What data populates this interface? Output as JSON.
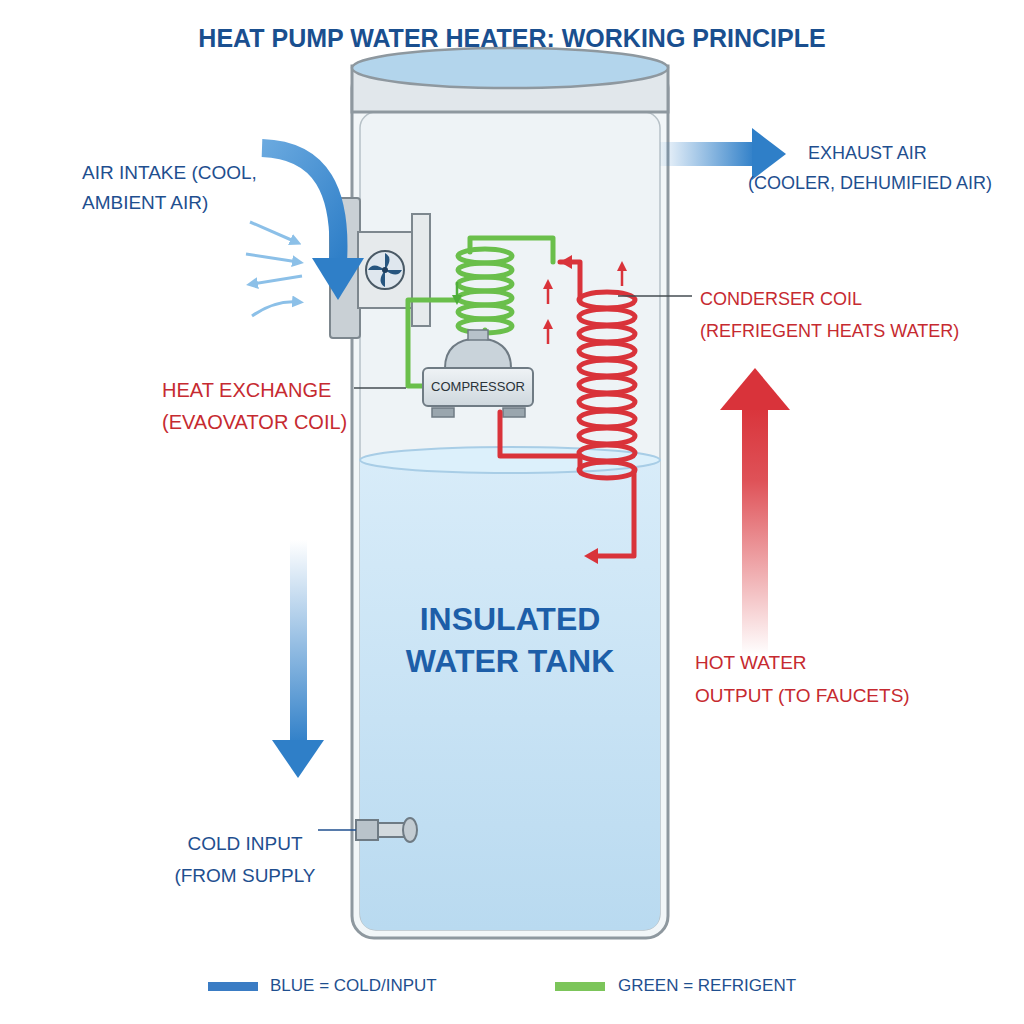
{
  "diagram": {
    "title": "HEAT PUMP WATER HEATER: WORKING PRINCIPLE",
    "nodes": [
      {
        "text": [
          "INSULATED WATER TANK"
        ]
      },
      {
        "text": [
          "COMPRESSOR"
        ],
        "in": 0
      }
    ],
    "labels": [
      "AIR INTAKE (COOL, AMBIENT AIR)",
      "EXHAUST AIR (COOLER, DEHUMIFIED AIR)",
      "CONDERSER COIL (REFRIEGENT HEATS WATER)",
      "HEAT EXCHANGE (EVAOVATOR COIL)",
      "HOT WATER OUTPUT (TO FAUCETS)",
      "COLD INPUT (FROM SUPPLY"
    ],
    "legend": [
      {
        "text": "BLUE = COLD/INPUT",
        "color": "#3a7cc4"
      },
      {
        "text": "GREEN = REFRIGENT",
        "color": "#7cc55a"
      }
    ]
  }
}
